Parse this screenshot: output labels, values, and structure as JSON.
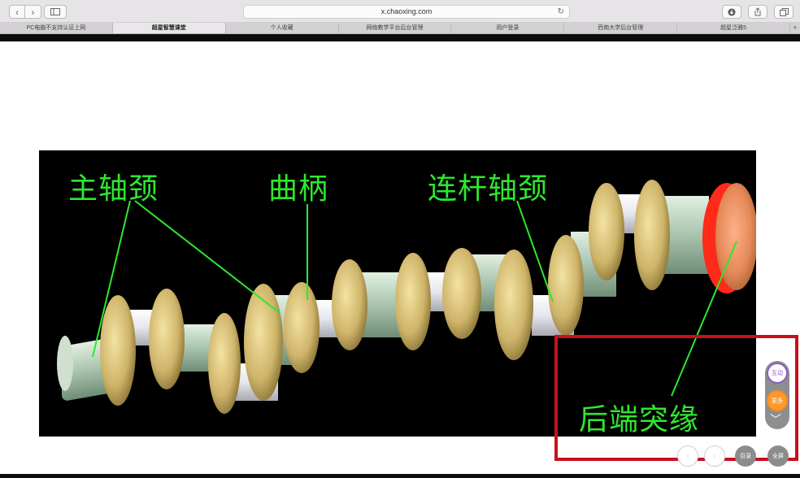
{
  "toolbar": {
    "back_icon": "chevron-left-icon",
    "forward_icon": "chevron-right-icon",
    "sidebar_icon": "sidebar-icon",
    "address": "x.chaoxing.com",
    "reload_icon": "reload-icon",
    "download_icon": "download-icon",
    "share_icon": "share-icon",
    "tabs_icon": "tabs-overview-icon"
  },
  "tabs": [
    {
      "label": "PC电脑不支持认证上网",
      "active": false
    },
    {
      "label": "超星智慧课堂",
      "active": true
    },
    {
      "label": "个人收藏",
      "active": false
    },
    {
      "label": "网络教学平台后台管理",
      "active": false
    },
    {
      "label": "用户登录",
      "active": false
    },
    {
      "label": "西南大学后台管理",
      "active": false
    },
    {
      "label": "超星泛雅5",
      "active": false
    }
  ],
  "video": {
    "labels": {
      "main_journal": "主轴颈",
      "crank_arm": "曲柄",
      "rod_journal": "连杆轴颈",
      "rear_flange": "后端突缘"
    },
    "label_color": "#2ee82e",
    "flange_color": "#ff2a1a"
  },
  "side_controls": {
    "interact_label": "互动",
    "more_label": "更多",
    "collapse_icon": "chevron-down-icon"
  },
  "bottom_controls": {
    "prev_label": "‹",
    "next_label": "›",
    "catalog_label": "目录",
    "fullscreen_label": "全屏"
  },
  "colors": {
    "highlight_box": "#c8101c",
    "interact_accent": "#8a5cc9",
    "more_accent": "#ff8a1c"
  }
}
